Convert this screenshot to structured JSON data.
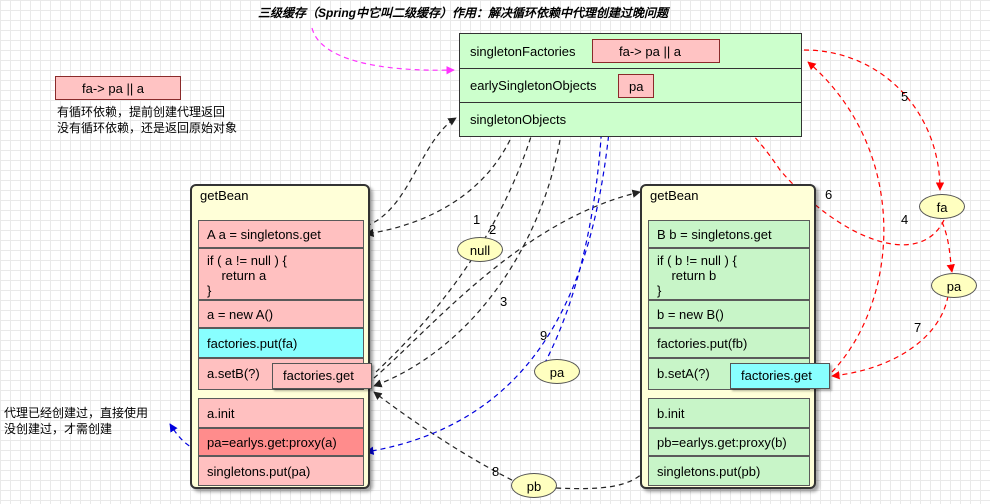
{
  "title": "三级缓存（Spring中它叫二级缓存）作用：解决循环依赖中代理创建过晚问题",
  "legend": {
    "box_label": "fa-> pa || a",
    "note_line1": "有循环依赖，提前创建代理返回",
    "note_line2": "没有循环依赖，还是返回原始对象"
  },
  "left_note": {
    "line1": "代理已经创建过，直接使用",
    "line2": "没创建过，才需创建"
  },
  "cache": {
    "row1": "singletonFactories",
    "row1_value": "fa-> pa || a",
    "row2": "earlySingletonObjects",
    "row2_value": "pa",
    "row3": "singletonObjects"
  },
  "bean_a": {
    "header": "getBean",
    "rows": [
      "A a = singletons.get",
      "if ( a != null ) {\n    return a\n}",
      "a = new A()",
      "factories.put(fa)",
      "a.setB(?)",
      "a.init",
      "pa=earlys.get:proxy(a)",
      "singletons.put(pa)"
    ],
    "float": "factories.get"
  },
  "bean_b": {
    "header": "getBean",
    "rows": [
      "B b = singletons.get",
      "if ( b != null ) {\n    return b\n}",
      "b = new B()",
      "factories.put(fb)",
      "b.setA(?)",
      "b.init",
      "pb=earlys.get:proxy(b)",
      "singletons.put(pb)"
    ],
    "float": "factories.get"
  },
  "ellipses": {
    "null": "null",
    "fa": "fa",
    "pa_right": "pa",
    "pa_mid": "pa",
    "pb": "pb"
  },
  "steps": [
    "1",
    "2",
    "3",
    "4",
    "5",
    "6",
    "7",
    "8",
    "9"
  ],
  "colors": {
    "pink": "#ffc0c0",
    "red": "#ff8c8c",
    "cyan": "#88ffff",
    "green": "#c8f5c8",
    "panel": "#ffffd8",
    "arrow_red": "#ff0000",
    "arrow_blue": "#0000dd",
    "arrow_magenta": "#ff33ff",
    "arrow_black": "#222222"
  }
}
